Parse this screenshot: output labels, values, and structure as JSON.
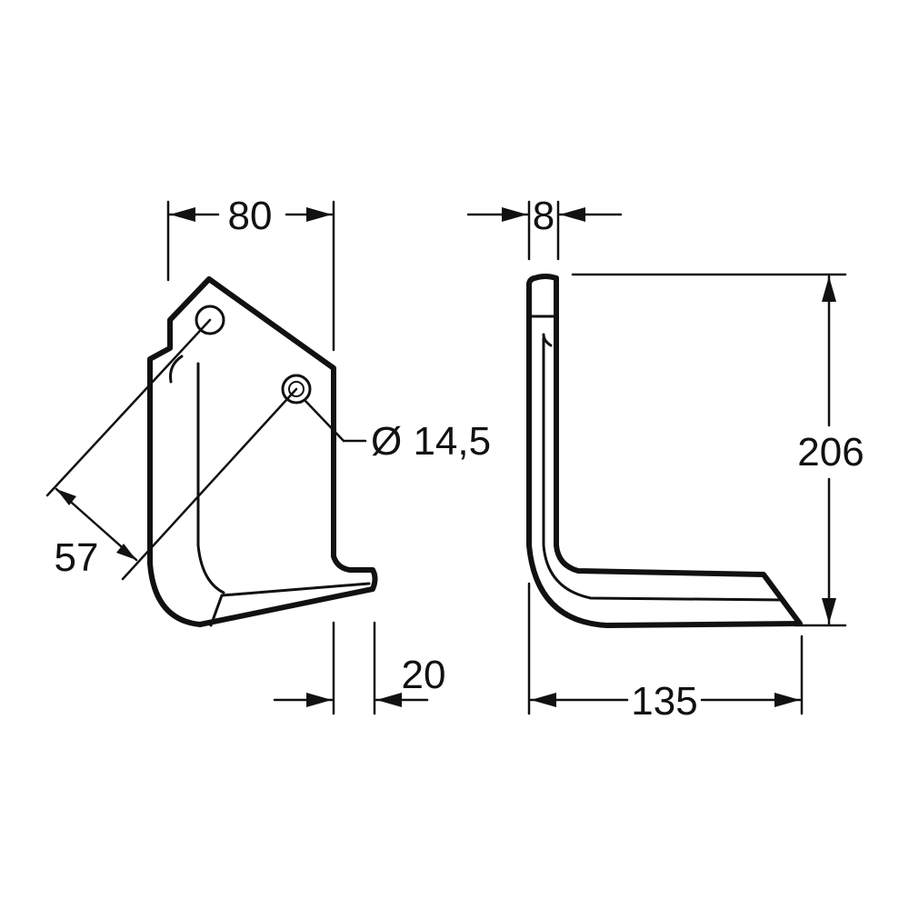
{
  "dimensions": {
    "width_top": "80",
    "thickness": "8",
    "height": "206",
    "hole_diameter": "Ø 14,5",
    "hole_spacing": "57",
    "tip_width": "20",
    "length": "135"
  }
}
